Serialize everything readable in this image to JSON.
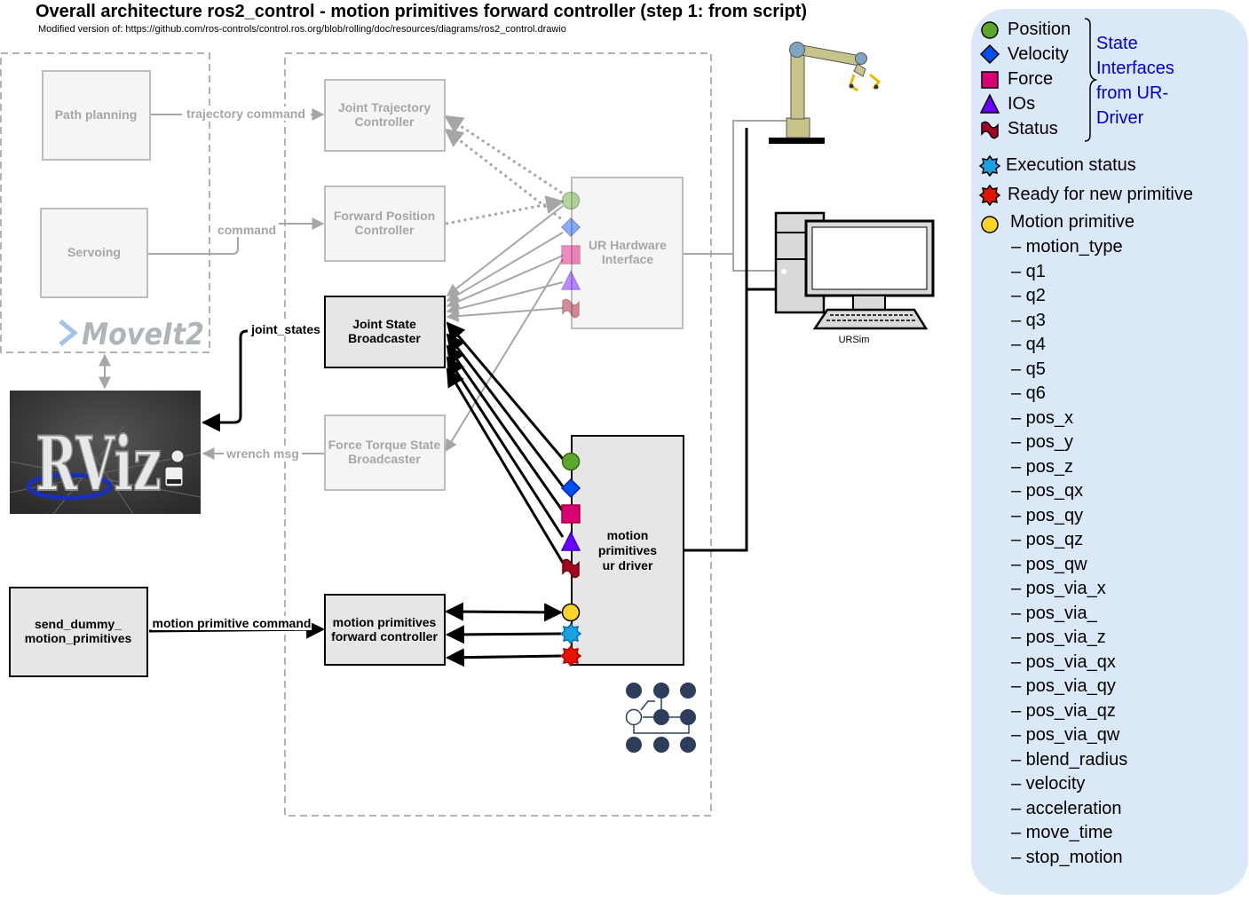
{
  "title": "Overall architecture ros2_control - motion primitives forward controller (step 1: from script)",
  "subtitle": "Modified version of: https://github.com/ros-controls/control.ros.org/blob/rolling/doc/resources/diagrams/ros2_control.drawio",
  "moveit": {
    "logo_text": "MoveIt2",
    "path_planning": "Path planning",
    "servoing": "Servoing"
  },
  "edges": {
    "trajectory_command": "trajectory command",
    "command": "command",
    "joint_states": "joint_states",
    "wrench_msg": "wrench msg",
    "motion_primitive_command": "motion primitive command"
  },
  "controllers": {
    "jtc": [
      "Joint Trajectory",
      "Controller"
    ],
    "fpc": [
      "Forward Position",
      "Controller"
    ],
    "jsb": [
      "Joint State",
      "Broadcaster"
    ],
    "ftsb": [
      "Force Torque State",
      "Broadcaster"
    ],
    "mpfc": [
      "motion primitives",
      "forward controller"
    ]
  },
  "hardware": {
    "ur_hw": [
      "UR Hardware",
      "Interface"
    ],
    "mp_driver": [
      "motion",
      "primitives",
      "ur driver"
    ]
  },
  "rviz": {
    "text": "RViz"
  },
  "send_dummy": [
    "send_dummy_",
    "motion_primitives"
  ],
  "ursim": "URSim",
  "colors": {
    "position": "#5ca62b",
    "velocity": "#0050ef",
    "force": "#d80073",
    "ios": "#6a00ff",
    "status": "#a20025",
    "execution": "#1ba1e2",
    "ready": "#e51400",
    "motion_primitive": "#ffd429",
    "legend_bg": "#dbe8f8",
    "node_dark": "#2d3e5c"
  },
  "legend": {
    "state_interfaces": [
      {
        "icon": "circle-icon",
        "label": "Position"
      },
      {
        "icon": "diamond-icon",
        "label": "Velocity"
      },
      {
        "icon": "square-icon",
        "label": "Force"
      },
      {
        "icon": "triangle-icon",
        "label": "IOs"
      },
      {
        "icon": "flag-icon",
        "label": "Status"
      }
    ],
    "brace_label": [
      "State",
      "Interfaces",
      "from UR-",
      "Driver"
    ],
    "execution_status": "Execution status",
    "ready": "Ready for new primitive",
    "motion_primitive": "Motion primitive",
    "fields": [
      "– motion_type",
      "– q1",
      "– q2",
      "– q3",
      "– q4",
      "– q5",
      "– q6",
      "– pos_x",
      "– pos_y",
      "– pos_z",
      "– pos_qx",
      "– pos_qy",
      "– pos_qz",
      "– pos_qw",
      "– pos_via_x",
      "– pos_via_",
      "– pos_via_z",
      "– pos_via_qx",
      "– pos_via_qy",
      "– pos_via_qz",
      "– pos_via_qw",
      "– blend_radius",
      "– velocity",
      "– acceleration",
      "– move_time",
      "– stop_motion"
    ]
  }
}
